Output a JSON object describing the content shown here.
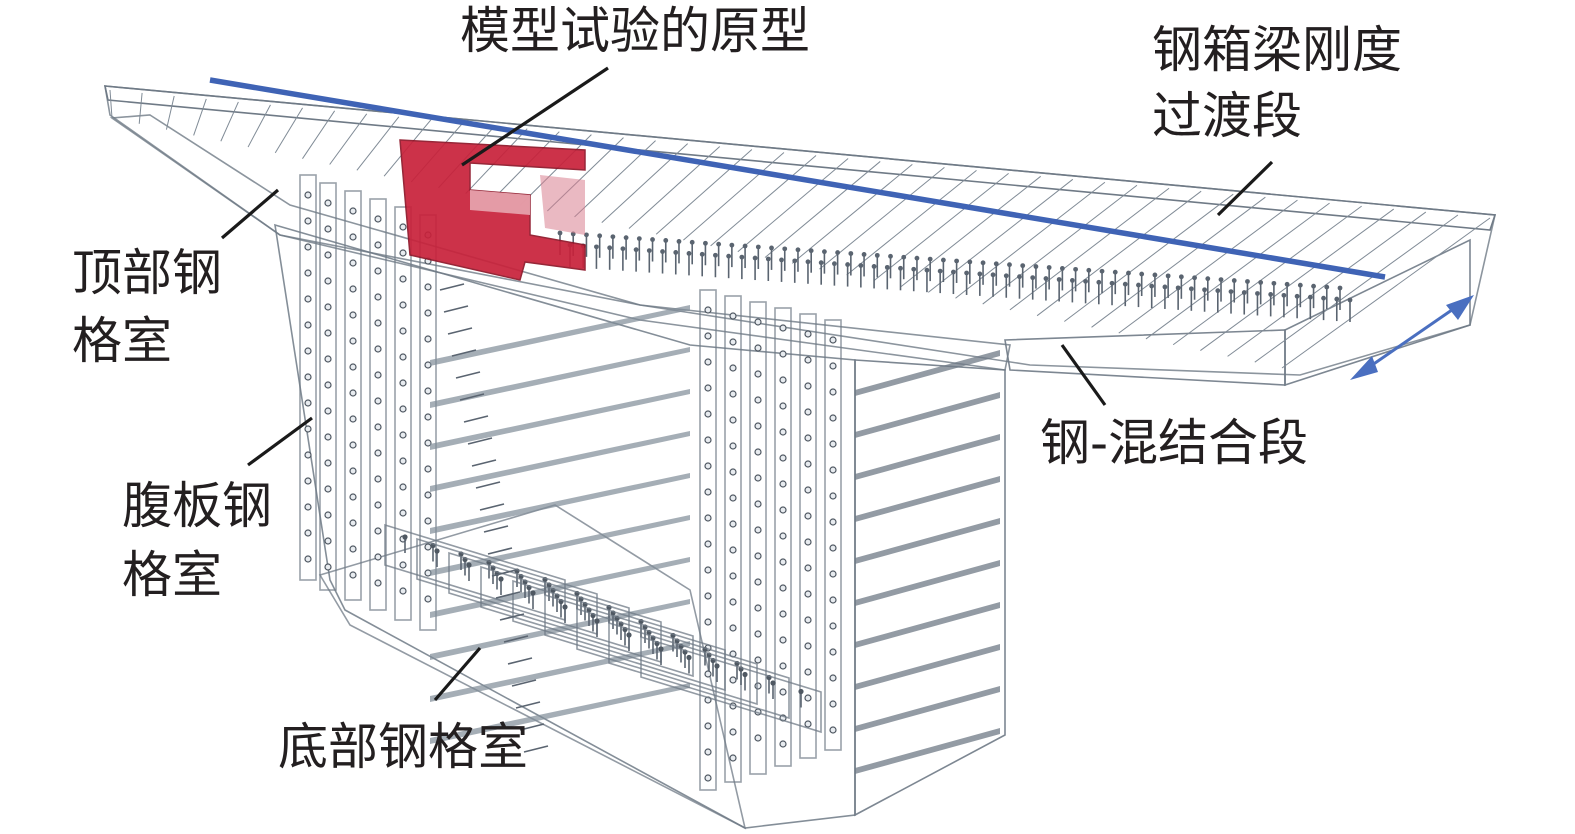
{
  "labels": {
    "model_prototype": "模型试验的原型",
    "transition_line1": "钢箱梁刚度",
    "transition_line2": "过渡段",
    "top_cell_line1": "顶部钢",
    "top_cell_line2": "格室",
    "web_cell_line1": "腹板钢",
    "web_cell_line2": "格室",
    "bottom_cell": "底部钢格室",
    "joint_segment": "钢-混结合段"
  },
  "colors": {
    "concrete_body": "#b9c3cd",
    "concrete_dark": "#9aa5b1",
    "steel_plate": "#d4dbe2",
    "highlight_red": "#c8213a",
    "axis_blue": "#3f63b5",
    "arrow_blue": "#4a6fc0",
    "text": "#231f20"
  },
  "icons": {
    "direction_arrow": "double-headed-arrow-icon"
  }
}
